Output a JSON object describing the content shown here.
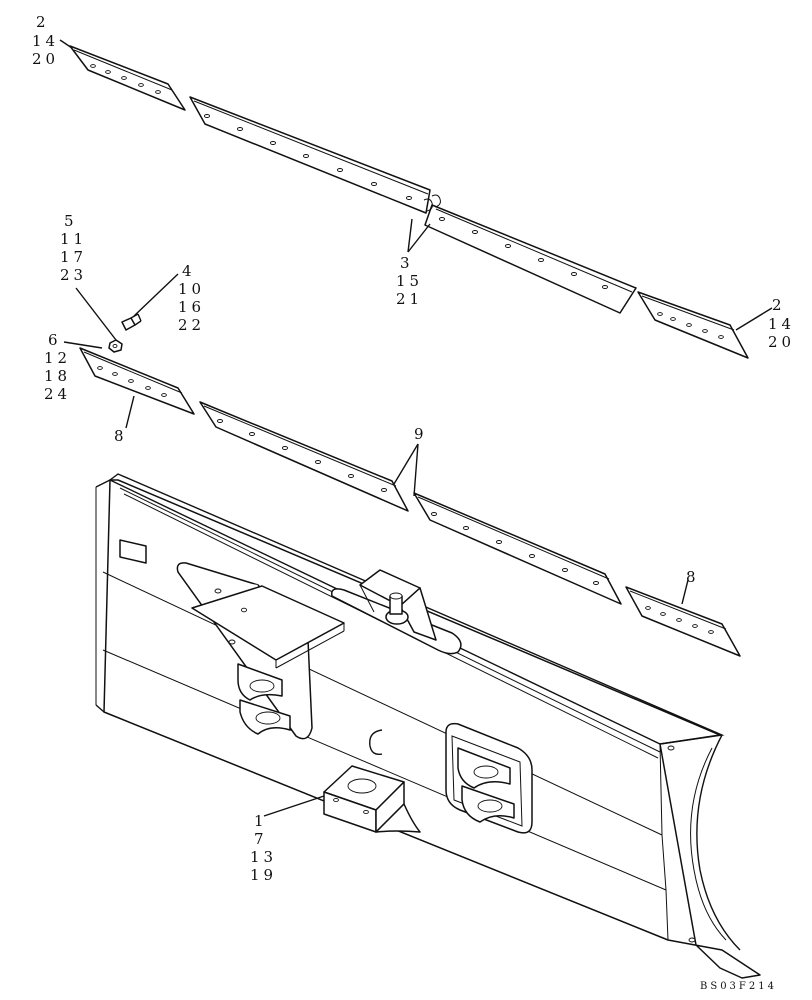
{
  "callouts": {
    "c2_top": [
      "2",
      "14",
      "20"
    ],
    "c3": [
      "3",
      "15",
      "21"
    ],
    "c2_right": [
      "2",
      "14",
      "20"
    ],
    "c5": [
      "5",
      "11",
      "17",
      "23"
    ],
    "c4": [
      "4",
      "10",
      "16",
      "22"
    ],
    "c6": [
      "6",
      "12",
      "18",
      "24"
    ],
    "c8_left": [
      "8"
    ],
    "c9": [
      "9"
    ],
    "c8_right": [
      "8"
    ],
    "c1": [
      "1",
      "7",
      "13",
      "19"
    ]
  },
  "figure_id": "BS03F214"
}
